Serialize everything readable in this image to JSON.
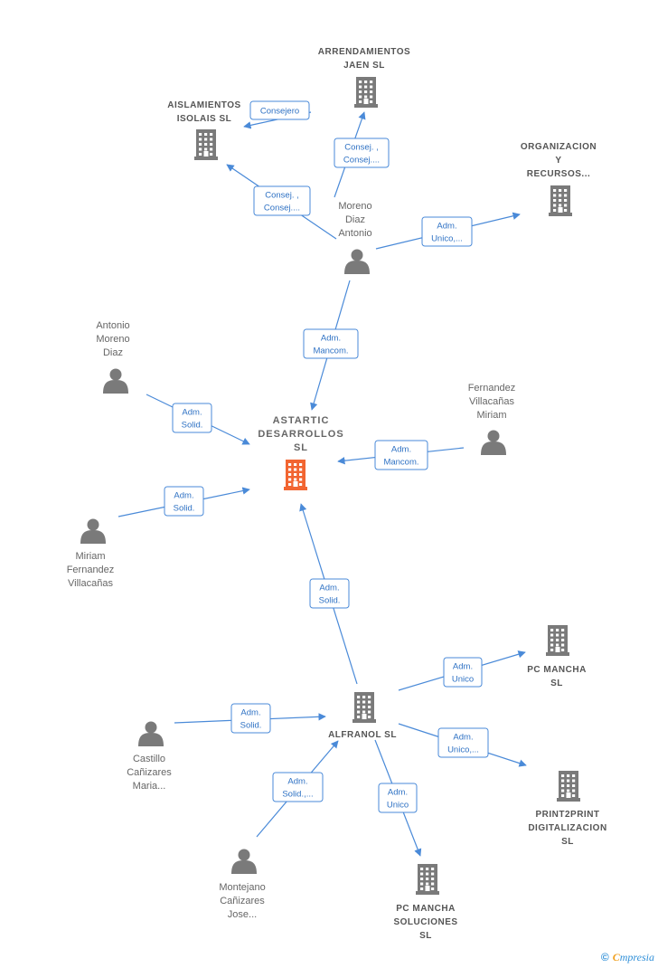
{
  "colors": {
    "edge": "#4a8ad8",
    "edge_text": "#2f72c4",
    "node": "#7a7a7a",
    "main": "#f26531"
  },
  "nodes": [
    {
      "id": "astartic",
      "type": "company",
      "main": true,
      "label": [
        "ASTARTIC",
        "DESARROLLOS",
        "SL"
      ]
    },
    {
      "id": "arrendamientos",
      "type": "company",
      "label": [
        "ARRENDAMIENTOS",
        "JAEN  SL"
      ]
    },
    {
      "id": "aislamientos",
      "type": "company",
      "label": [
        "AISLAMIENTOS",
        "ISOLAIS  SL"
      ]
    },
    {
      "id": "organizacion",
      "type": "company",
      "label": [
        "ORGANIZACION",
        "Y",
        "RECURSOS..."
      ]
    },
    {
      "id": "moreno_diaz",
      "type": "person",
      "label": [
        "Moreno",
        "Diaz",
        "Antonio"
      ]
    },
    {
      "id": "antonio_moreno",
      "type": "person",
      "label": [
        "Antonio",
        "Moreno",
        "Diaz"
      ]
    },
    {
      "id": "fernandez_vill",
      "type": "person",
      "label": [
        "Fernandez",
        "Villacañas",
        "Miriam"
      ]
    },
    {
      "id": "miriam_fern",
      "type": "person",
      "label": [
        "Miriam",
        "Fernandez",
        "Villacañas"
      ]
    },
    {
      "id": "alfranol",
      "type": "company",
      "label": [
        "ALFRANOL  SL"
      ]
    },
    {
      "id": "pc_mancha",
      "type": "company",
      "label": [
        "PC MANCHA",
        "SL"
      ]
    },
    {
      "id": "print2print",
      "type": "company",
      "label": [
        "PRINT2PRINT",
        "DIGITALIZACION",
        "SL"
      ]
    },
    {
      "id": "pc_mancha_sol",
      "type": "company",
      "label": [
        "PC MANCHA",
        "SOLUCIONES",
        "SL"
      ]
    },
    {
      "id": "castillo",
      "type": "person",
      "label": [
        "Castillo",
        "Cañizares",
        "Maria..."
      ]
    },
    {
      "id": "montejano",
      "type": "person",
      "label": [
        "Montejano",
        "Cañizares",
        "Jose..."
      ]
    }
  ],
  "edges": [
    {
      "from": "moreno_diaz",
      "to": "arrendamientos",
      "label": [
        "Consej. ,",
        "Consej...."
      ]
    },
    {
      "from": "moreno_diaz",
      "to": "aislamientos",
      "label": [
        "Consej. ,",
        "Consej...."
      ]
    },
    {
      "from": "arrendamientos",
      "to": "aislamientos",
      "label": [
        "Consejero"
      ]
    },
    {
      "from": "moreno_diaz",
      "to": "organizacion",
      "label": [
        "Adm.",
        "Unico,..."
      ]
    },
    {
      "from": "moreno_diaz",
      "to": "astartic",
      "label": [
        "Adm.",
        "Mancom."
      ]
    },
    {
      "from": "antonio_moreno",
      "to": "astartic",
      "label": [
        "Adm.",
        "Solid."
      ]
    },
    {
      "from": "fernandez_vill",
      "to": "astartic",
      "label": [
        "Adm.",
        "Mancom."
      ]
    },
    {
      "from": "miriam_fern",
      "to": "astartic",
      "label": [
        "Adm.",
        "Solid."
      ]
    },
    {
      "from": "alfranol",
      "to": "astartic",
      "label": [
        "Adm.",
        "Solid."
      ]
    },
    {
      "from": "alfranol",
      "to": "pc_mancha",
      "label": [
        "Adm.",
        "Unico"
      ]
    },
    {
      "from": "alfranol",
      "to": "print2print",
      "label": [
        "Adm.",
        "Unico,..."
      ]
    },
    {
      "from": "alfranol",
      "to": "pc_mancha_sol",
      "label": [
        "Adm.",
        "Unico"
      ]
    },
    {
      "from": "castillo",
      "to": "alfranol",
      "label": [
        "Adm.",
        "Solid."
      ]
    },
    {
      "from": "montejano",
      "to": "alfranol",
      "label": [
        "Adm.",
        "Solid.,..."
      ]
    }
  ],
  "footer": {
    "copyright": "©",
    "brand_first": "C",
    "brand_rest": "mpresia"
  }
}
